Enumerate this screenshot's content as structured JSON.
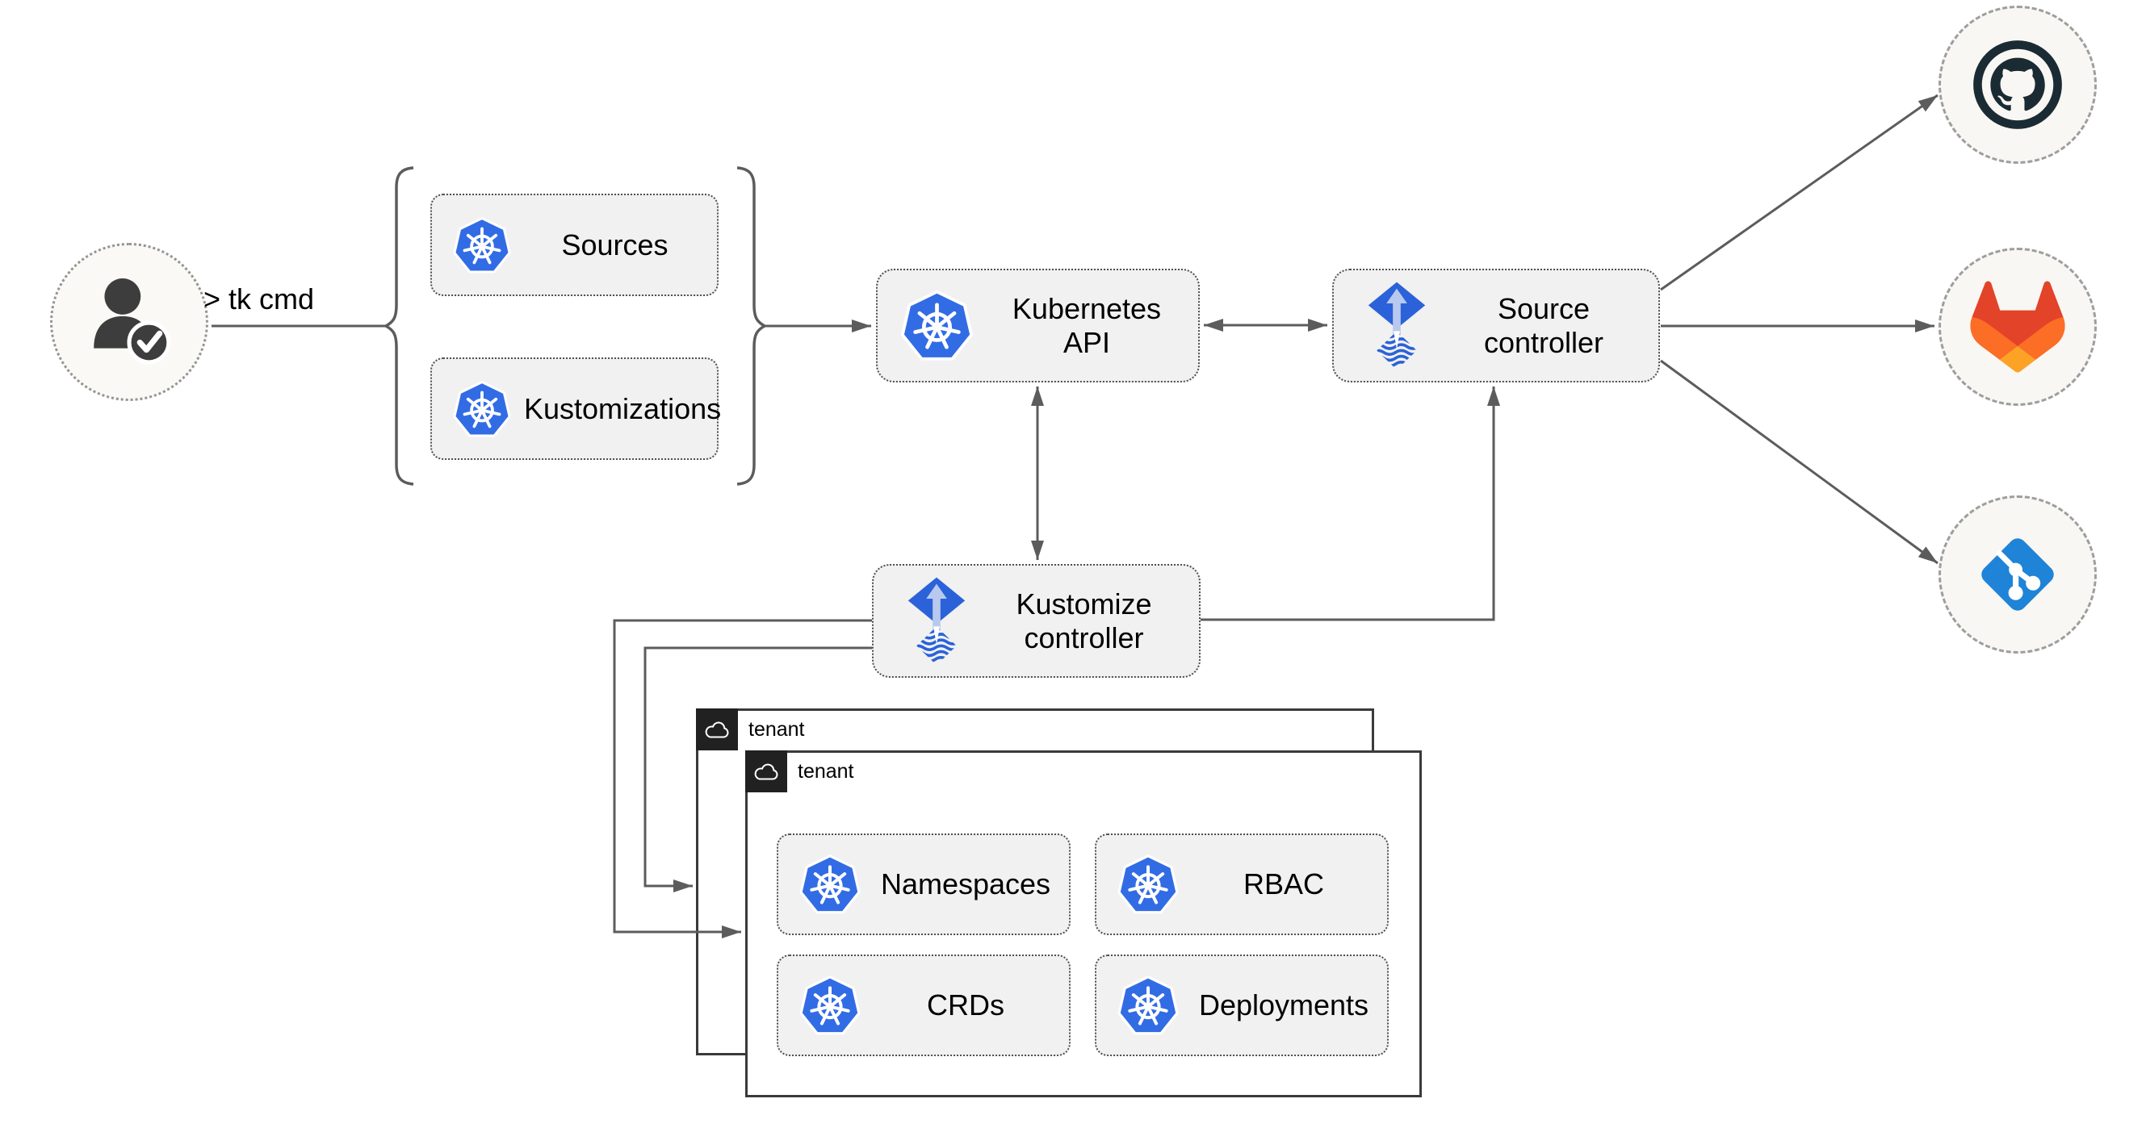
{
  "diagram": {
    "title_hint": "GitOps toolkit architecture",
    "user": {
      "command_label": "> tk cmd"
    },
    "cli_group": {
      "sources_label": "Sources",
      "kustomizations_label": "Kustomizations"
    },
    "kubernetes_api": {
      "label": "Kubernetes API"
    },
    "source_controller": {
      "label": "Source\ncontroller"
    },
    "kustomize_controller": {
      "label": "Kustomize\ncontroller"
    },
    "tenant_back": {
      "label": "tenant"
    },
    "tenant_front": {
      "label": "tenant",
      "namespaces_label": "Namespaces",
      "rbac_label": "RBAC",
      "crds_label": "CRDs",
      "deployments_label": "Deployments"
    },
    "icons": {
      "user": "user-check-icon",
      "cli_boxes": "kubernetes-icon",
      "kubernetes_api": "kubernetes-icon",
      "controllers": "flux-icon",
      "tenant_header": "cloud-icon",
      "remote_1": "github-icon",
      "remote_2": "gitlab-icon",
      "remote_3": "git-icon"
    },
    "colors": {
      "kubernetes_blue": "#326ce5",
      "flux_blue": "#2b62d9",
      "flux_arrow_light": "#b9c9ee",
      "git_blue": "#1f83d7",
      "github_dark": "#1b2b34",
      "gitlab_red": "#e24329",
      "gitlab_orange": "#fc6d26",
      "gitlab_light_orange": "#fca326",
      "connector_gray": "#5c5c5c",
      "person_dark": "#3d3d3d",
      "tenant_header_dark": "#212121",
      "node_fill": "#f1f1f1",
      "canvas_bg": "#ffffff"
    }
  }
}
